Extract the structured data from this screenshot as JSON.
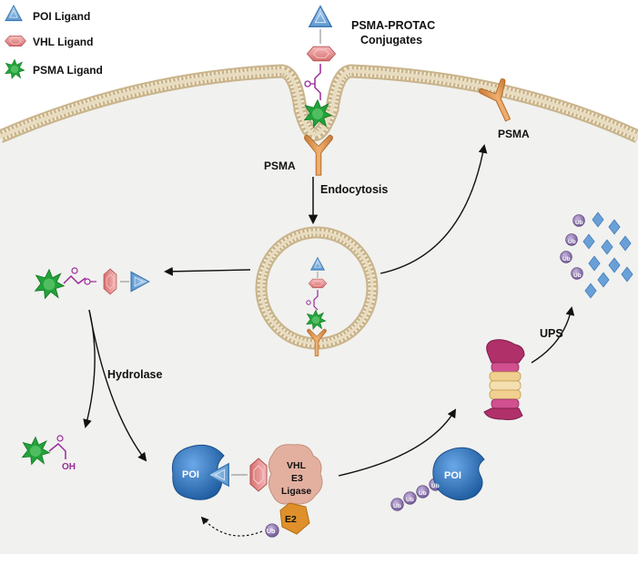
{
  "legend": {
    "poi_ligand": "POI Ligand",
    "vhl_ligand": "VHL Ligand",
    "psma_ligand": "PSMA Ligand"
  },
  "conjugate": {
    "line1": "PSMA-PROTAC",
    "line2": "Conjugates"
  },
  "labels": {
    "psma_membrane": "PSMA",
    "psma_recycled": "PSMA",
    "endocytosis": "Endocytosis",
    "hydrolase": "Hydrolase",
    "ups": "UPS",
    "oh": "OH",
    "poi_complex": "POI",
    "poi_free": "POI",
    "vhl_line1": "VHL",
    "vhl_line2": "E3",
    "vhl_line3": "Ligase",
    "e2": "E2",
    "ub": "Ub"
  },
  "colors": {
    "poi_ligand": "#7fb2e0",
    "vhl_ligand": "#e88d8d",
    "psma_ligand": "#22a33a",
    "psma_receptor": "#e0a060",
    "membrane": "#e8dcc0",
    "cytoplasm": "#f1f1ef",
    "poi": "#2b6cb0",
    "vhl": "#e3b0a0",
    "e2": "#e0902a",
    "ub": "#8a6fb0",
    "linker": "#9a2a9a",
    "diamond": "#6aa0d8",
    "proteasome_cap": "#b0306a",
    "proteasome_core": "#f0d090"
  }
}
